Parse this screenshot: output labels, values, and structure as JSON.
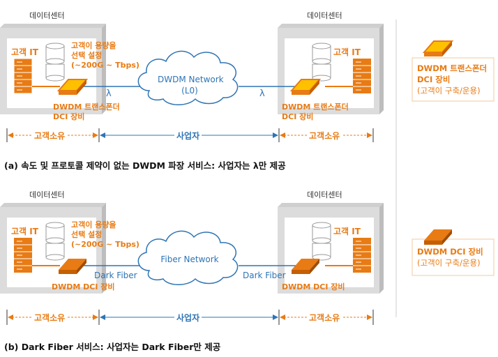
{
  "top": {
    "dc_left_label": "데이터센터",
    "dc_right_label": "데이터센터",
    "it_left": "고객 IT",
    "it_right": "고객 IT",
    "capacity_line1": "고객이 용량을",
    "capacity_line2": "선택 설정",
    "capacity_line3": "(~200G ~ Tbps)",
    "device_left_line1": "DWDM 트랜스폰더",
    "device_left_line2": "DCI 장비",
    "device_right_line1": "DWDM 트랜스폰더",
    "device_right_line2": "DCI 장비",
    "cloud_line1": "DWDM Network",
    "cloud_line2": "(L0)",
    "lambda_left": "λ",
    "lambda_right": "λ",
    "span_left": "고객소유",
    "span_mid": "사업자",
    "span_right": "고객소유",
    "caption": "(a) 속도 및 프로토콜 제약이 없는 DWDM 파장 서비스: 사업자는 λ만 제공"
  },
  "bottom": {
    "dc_left_label": "데이터센터",
    "dc_right_label": "데이터센터",
    "it_left": "고객 IT",
    "it_right": "고객 IT",
    "capacity_line1": "고객이 용량을",
    "capacity_line2": "선택 설정",
    "capacity_line3": "(~200G ~ Tbps)",
    "device_left": "DWDM DCI 장비",
    "device_right": "DWDM DCI 장비",
    "cloud_label": "Fiber Network",
    "fiber_left": "Dark Fiber",
    "fiber_right": "Dark Fiber",
    "span_left": "고객소유",
    "span_mid": "사업자",
    "span_right": "고객소유",
    "caption": "(b) Dark Fiber 서비스: 사업자는 Dark Fiber만 제공"
  },
  "legend": {
    "item1_line1": "DWDM 트랜스폰더",
    "item1_line2": "DCI 장비",
    "item1_line3": "(고객이 구축/운용)",
    "item2_line1": "DWDM DCI 장비",
    "item2_line2": "(고객이 구축/운용)"
  },
  "colors": {
    "orange": "#e87b14",
    "blue": "#2e74b5",
    "gray_box": "#dcdcdc",
    "legend_border": "#f3c99c"
  },
  "icons": {
    "server": "server-rack-icon",
    "storage": "storage-cylinder-icon",
    "transponder": "transponder-device-icon",
    "dci": "dci-device-icon",
    "cloud": "cloud-icon"
  }
}
